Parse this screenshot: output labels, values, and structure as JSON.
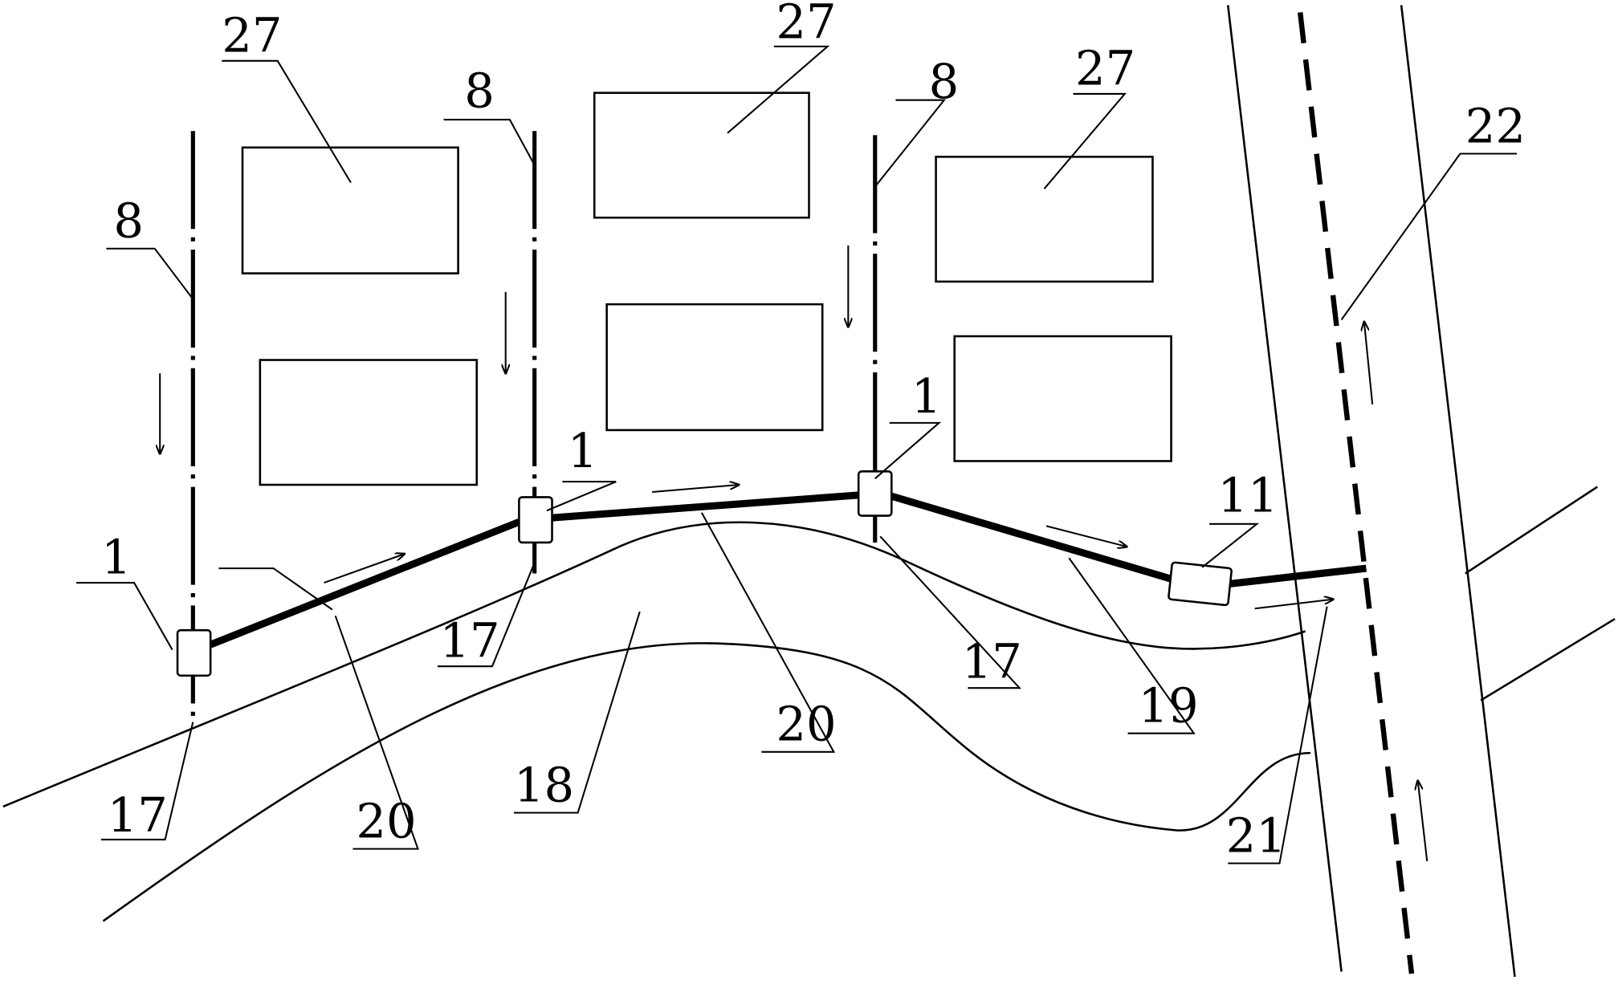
{
  "colors": {
    "background": "#ffffff",
    "ink": "#000000"
  },
  "labels": {
    "building": "27",
    "branch_pipe": "8",
    "inspection_well": "1",
    "junction": "17",
    "river": "18",
    "collector_pipe": "20",
    "outlet_pipe": "19",
    "treatment_box": "11",
    "outlet": "21",
    "main_sewer": "22"
  }
}
